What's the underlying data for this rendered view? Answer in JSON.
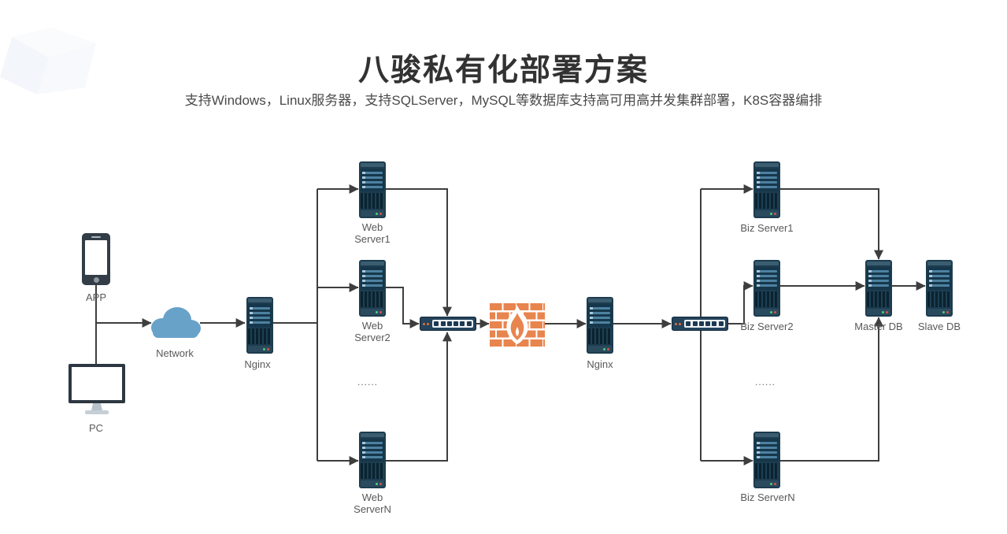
{
  "header": {
    "title": "八骏私有化部署方案",
    "subtitle": "支持Windows，Linux服务器，支持SQLServer，MySQL等数据库支持高可用高并发集群部署，K8S容器编排"
  },
  "diagram": {
    "ellipsis": "......",
    "nodes": {
      "app": {
        "label": "APP"
      },
      "pc": {
        "label": "PC"
      },
      "network": {
        "label": "Network"
      },
      "nginx_web": {
        "label": "Nginx"
      },
      "web_server1": {
        "line1": "Web",
        "line2": "Server1"
      },
      "web_server2": {
        "line1": "Web",
        "line2": "Server2"
      },
      "web_server_n": {
        "line1": "Web",
        "line2": "ServerN"
      },
      "nginx_biz": {
        "label": "Nginx"
      },
      "biz_server1": {
        "label": "Biz Server1"
      },
      "biz_server2": {
        "label": "Biz Server2"
      },
      "biz_server_n": {
        "label": "Biz ServerN"
      },
      "master_db": {
        "label": "Master DB"
      },
      "slave_db": {
        "label": "Slave DB"
      }
    },
    "icons": {
      "phone": "smartphone-icon",
      "pc": "desktop-monitor-icon",
      "cloud": "network-cloud-icon",
      "server": "server-tower-icon",
      "switch": "network-switch-icon",
      "firewall": "firewall-brick-flame-icon"
    },
    "colors": {
      "line": "#3e3e3e",
      "server_body": "#1d3c4f",
      "server_bay": "#4d81a1",
      "switch_body": "#24435c",
      "switch_led": "#e2703a",
      "cloud_blue": "#68a2c8",
      "firewall_orange": "#e8854e",
      "led_green": "#4cd07d",
      "led_red": "#e05045",
      "label_text": "#595959",
      "title_text": "#323232",
      "subtitle_text": "#4a4a4a"
    }
  }
}
